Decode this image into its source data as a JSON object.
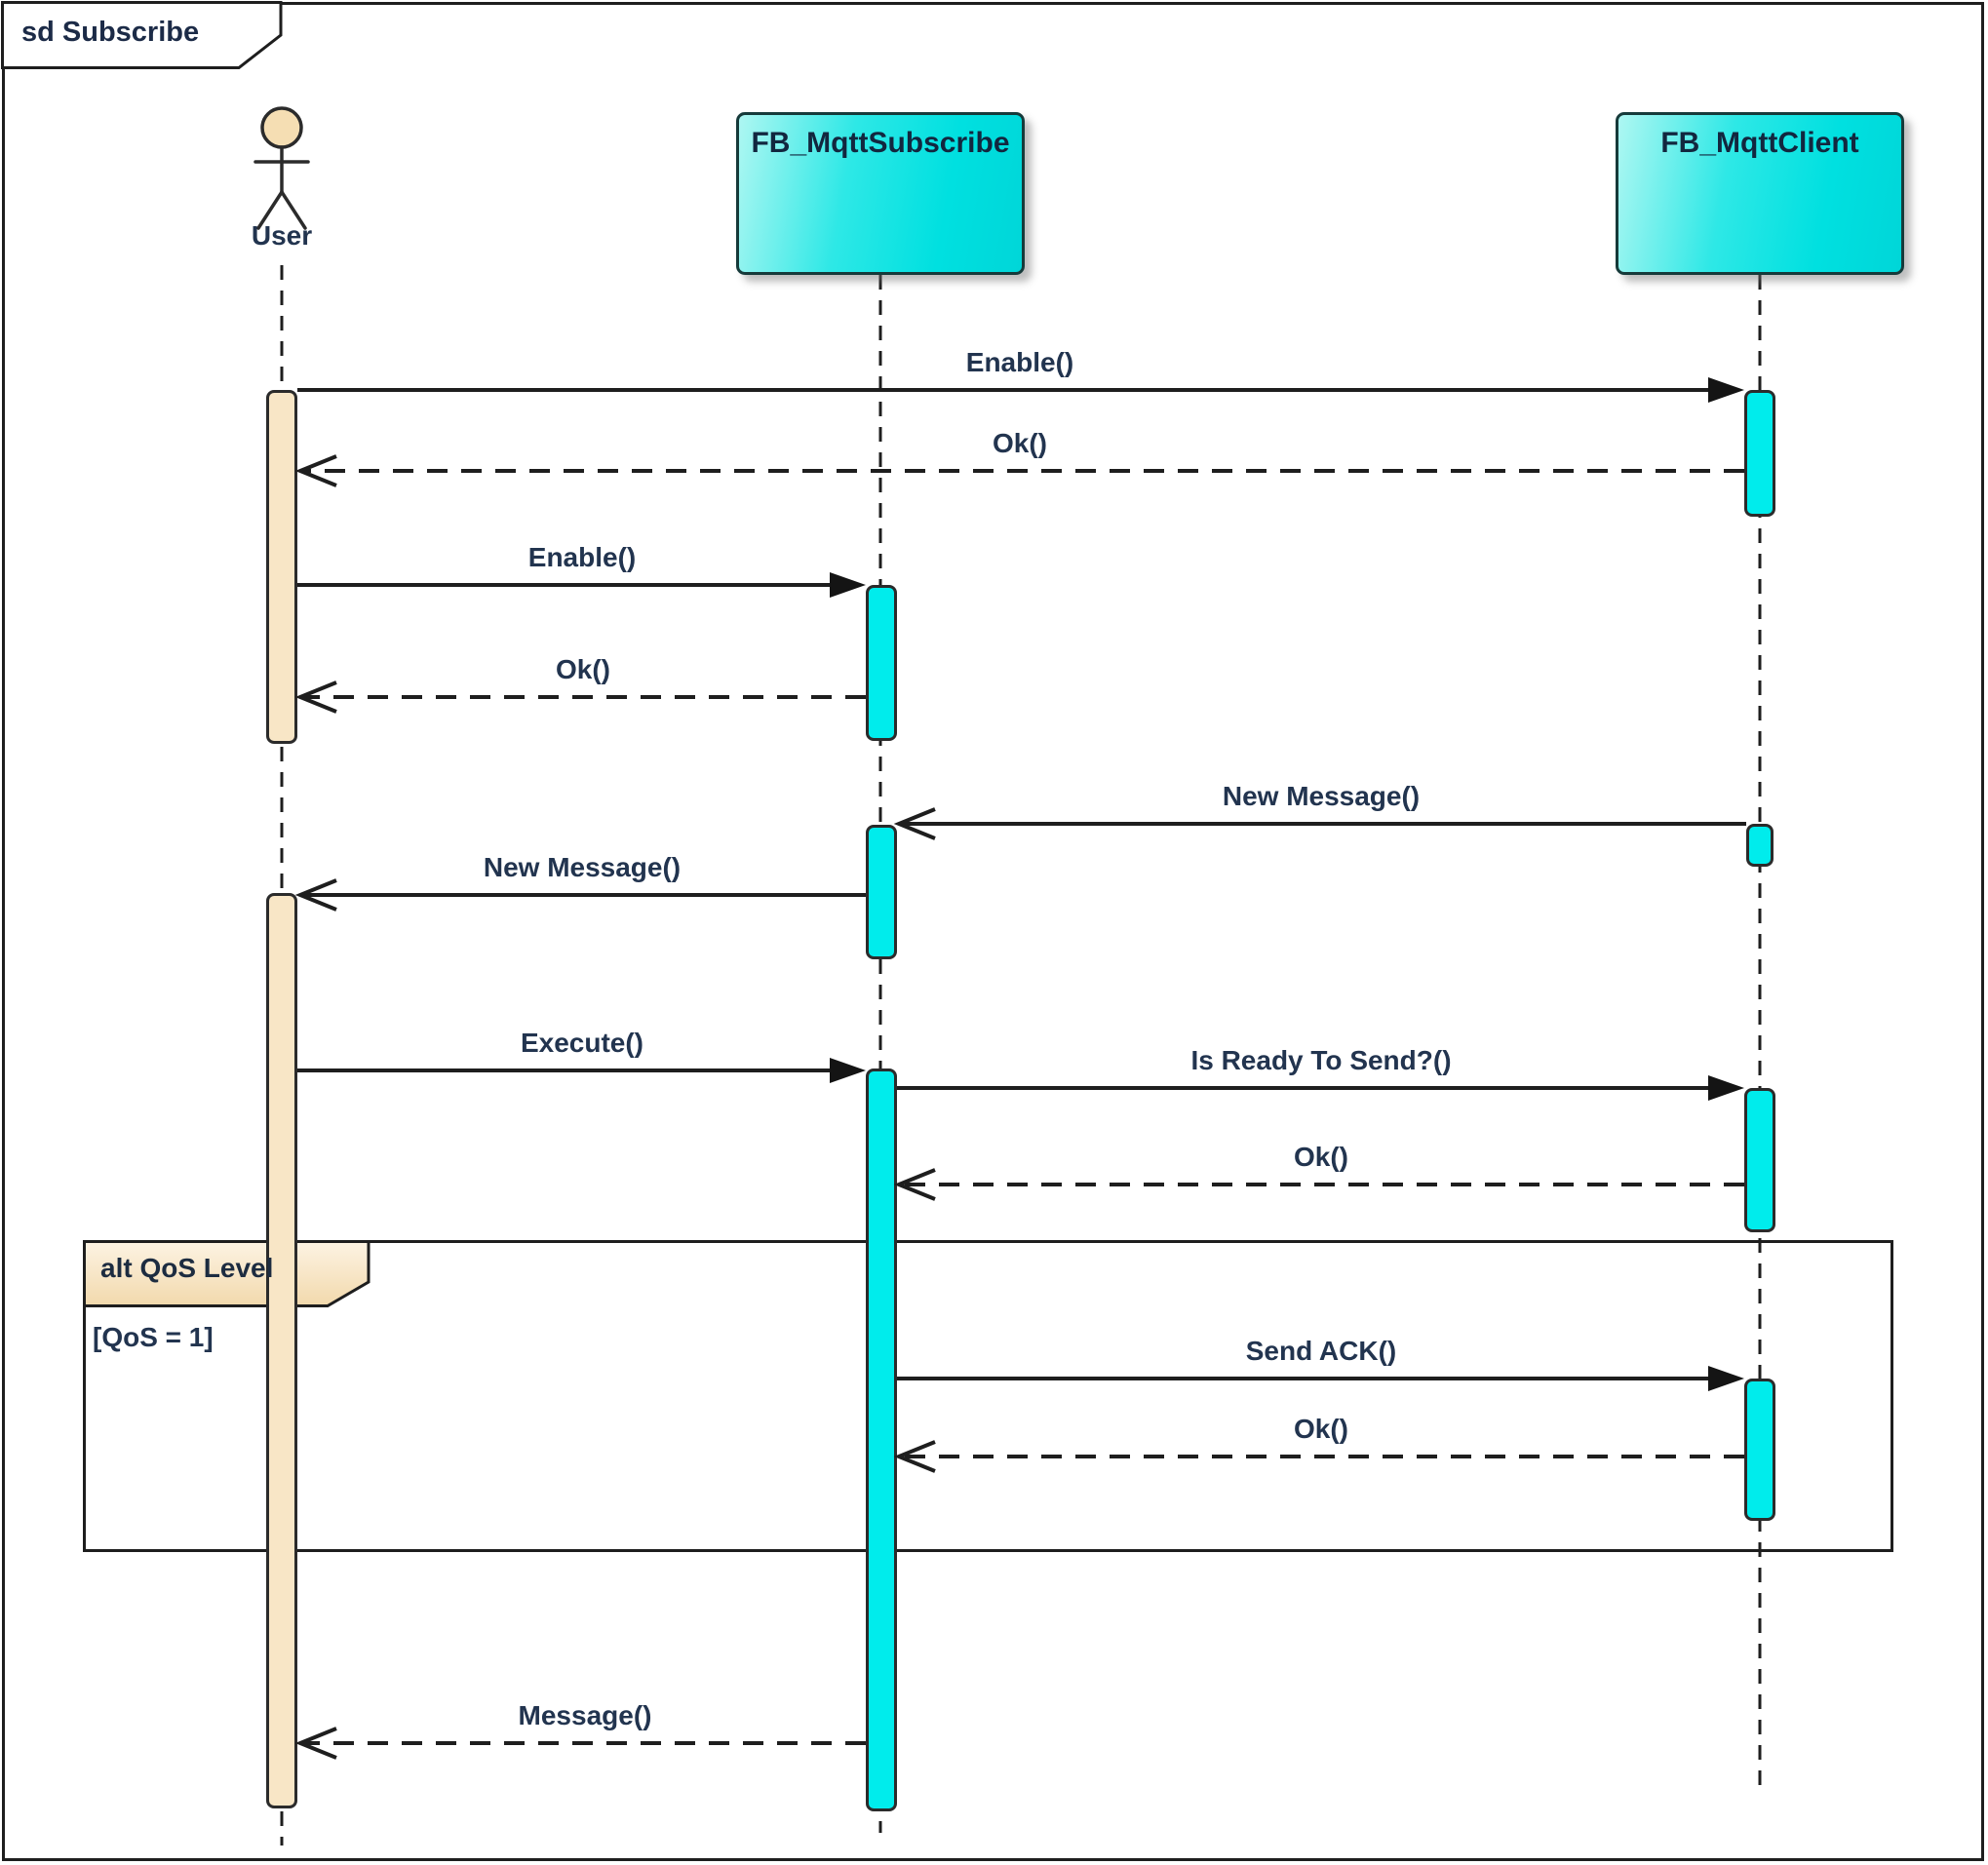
{
  "frame": {
    "title": "sd Subscribe"
  },
  "lifelines": [
    {
      "label": "User",
      "kind": "actor"
    },
    {
      "label": "FB_MqttSubscribe",
      "kind": "object"
    },
    {
      "label": "FB_MqttClient",
      "kind": "object"
    }
  ],
  "fragment": {
    "operator_label": "alt QoS Level",
    "guard": "[QoS = 1]"
  },
  "messages": [
    {
      "label": "Enable()",
      "from": "User",
      "to": "FB_MqttClient",
      "style": "sync-solid-filled"
    },
    {
      "label": "Ok()",
      "from": "FB_MqttClient",
      "to": "User",
      "style": "return-dashed-open"
    },
    {
      "label": "Enable()",
      "from": "User",
      "to": "FB_MqttSubscribe",
      "style": "sync-solid-filled"
    },
    {
      "label": "Ok()",
      "from": "FB_MqttSubscribe",
      "to": "User",
      "style": "return-dashed-open"
    },
    {
      "label": "New Message()",
      "from": "FB_MqttClient",
      "to": "FB_MqttSubscribe",
      "style": "async-solid-open"
    },
    {
      "label": "New Message()",
      "from": "FB_MqttSubscribe",
      "to": "User",
      "style": "async-solid-open"
    },
    {
      "label": "Execute()",
      "from": "User",
      "to": "FB_MqttSubscribe",
      "style": "sync-solid-filled"
    },
    {
      "label": "Is Ready To Send?()",
      "from": "FB_MqttSubscribe",
      "to": "FB_MqttClient",
      "style": "sync-solid-filled"
    },
    {
      "label": "Ok()",
      "from": "FB_MqttClient",
      "to": "FB_MqttSubscribe",
      "style": "return-dashed-open"
    },
    {
      "label": "Send ACK()",
      "from": "FB_MqttSubscribe",
      "to": "FB_MqttClient",
      "style": "sync-solid-filled"
    },
    {
      "label": "Ok()",
      "from": "FB_MqttClient",
      "to": "FB_MqttSubscribe",
      "style": "return-dashed-open"
    },
    {
      "label": "Message()",
      "from": "FB_MqttSubscribe",
      "to": "User",
      "style": "return-dashed-open"
    }
  ],
  "colors": {
    "object_fill": "#00E0E0",
    "activation_cyan": "#00ECEC",
    "activation_wheat": "#F8E6C6",
    "line": "#1E1E1E"
  }
}
